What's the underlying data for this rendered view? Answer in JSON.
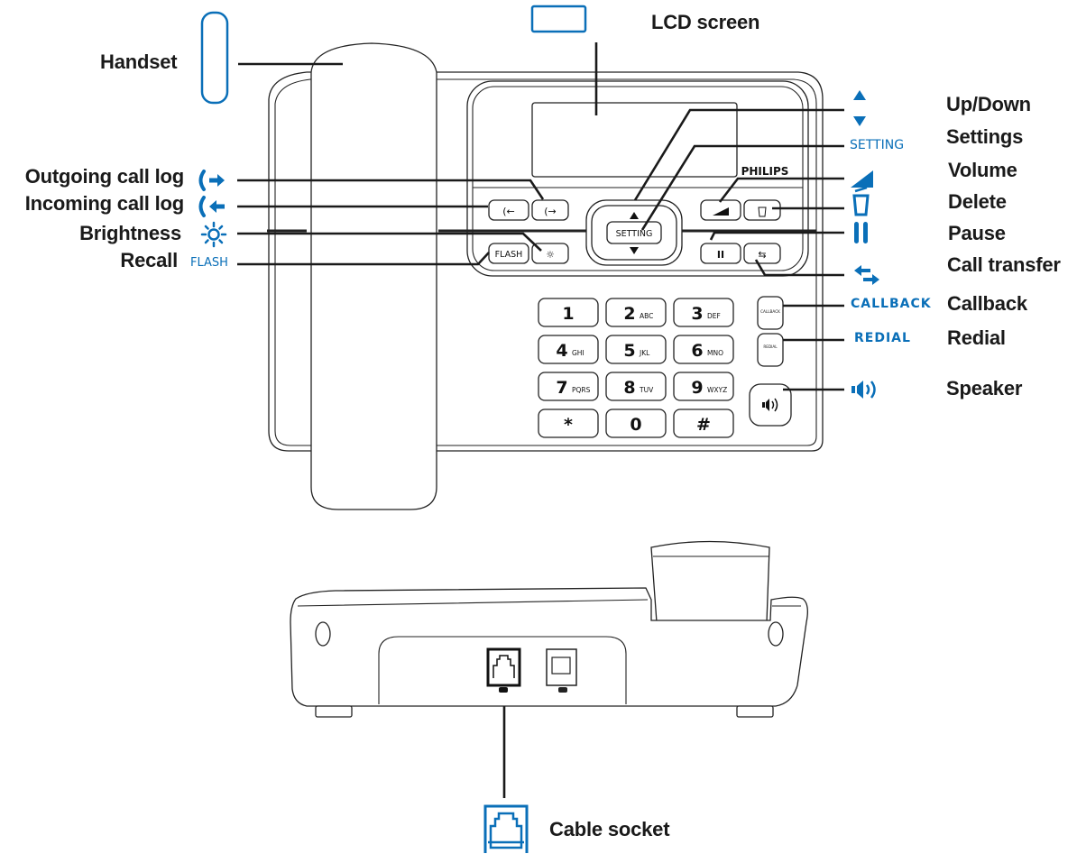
{
  "labels": {
    "handset": "Handset",
    "lcd_screen": "LCD screen",
    "outgoing_call_log": "Outgoing call log",
    "incoming_call_log": "Incoming call log",
    "brightness": "Brightness",
    "recall": "Recall",
    "up_down": "Up/Down",
    "settings": "Settings",
    "volume": "Volume",
    "delete": "Delete",
    "pause": "Pause",
    "call_transfer": "Call transfer",
    "callback": "Callback",
    "redial": "Redial",
    "speaker": "Speaker",
    "cable_socket": "Cable socket"
  },
  "key_symbols": {
    "flash": "FLASH",
    "setting": "SETTING",
    "callback": "CALLBACK",
    "redial": "REDIAL"
  },
  "brand": "PHILIPS",
  "keypad": [
    {
      "digit": "1",
      "letters": ""
    },
    {
      "digit": "2",
      "letters": "ABC"
    },
    {
      "digit": "3",
      "letters": "DEF"
    },
    {
      "digit": "4",
      "letters": "GHI"
    },
    {
      "digit": "5",
      "letters": "JKL"
    },
    {
      "digit": "6",
      "letters": "MNO"
    },
    {
      "digit": "7",
      "letters": "PQRS"
    },
    {
      "digit": "8",
      "letters": "TUV"
    },
    {
      "digit": "9",
      "letters": "WXYZ"
    },
    {
      "digit": "*",
      "letters": ""
    },
    {
      "digit": "0",
      "letters": ""
    },
    {
      "digit": "#",
      "letters": ""
    }
  ],
  "icons": {
    "handset": "handset-outline-icon",
    "lcd": "lcd-outline-icon",
    "outgoing": "outgoing-call-icon",
    "incoming": "incoming-call-icon",
    "brightness": "sun-icon",
    "up": "triangle-up-icon",
    "down": "triangle-down-icon",
    "volume": "volume-wedge-icon",
    "delete": "trash-icon",
    "pause": "pause-icon",
    "transfer": "transfer-arrows-icon",
    "speaker": "speaker-icon",
    "cable": "rj11-socket-icon"
  },
  "colors": {
    "accent_blue": "#0a6fb8",
    "line": "#1a1a1a",
    "outline": "#222222"
  }
}
